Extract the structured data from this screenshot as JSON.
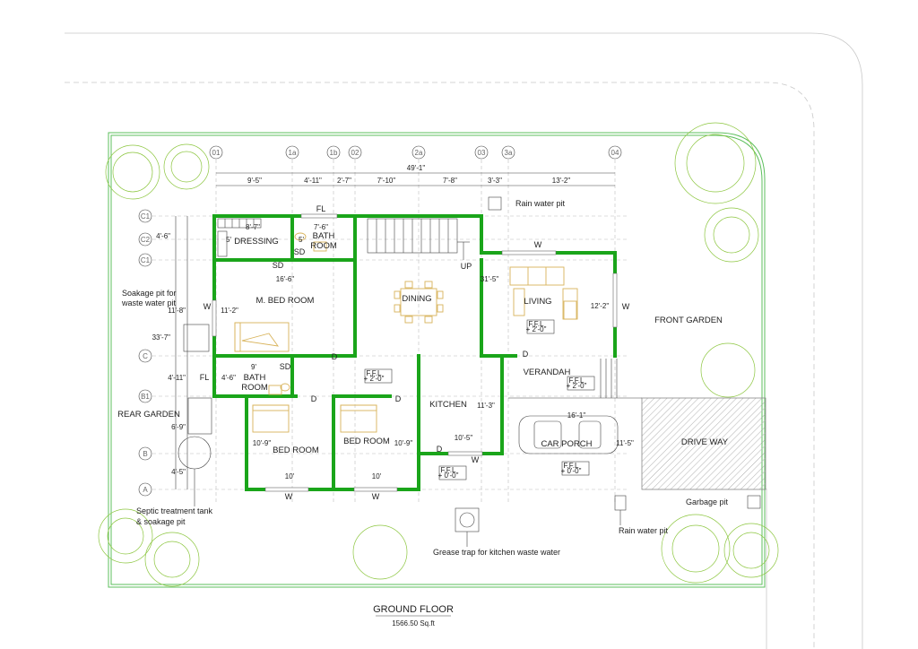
{
  "floor": {
    "title": "GROUND FLOOR",
    "area": "1566.50 Sq.ft"
  },
  "grid_top": [
    "01",
    "1a",
    "1b",
    "02",
    "2a",
    "03",
    "3a",
    "04"
  ],
  "grid_left": [
    "C1",
    "C2",
    "C1",
    "C",
    "B1",
    "B",
    "A"
  ],
  "dims": {
    "overall_width": "49'-1\"",
    "top": [
      "9'-5\"",
      "4'-11\"",
      "2'-7\"",
      "7'-10\"",
      "7'-8\"",
      "3'-3\"",
      "13'-2\""
    ],
    "left": [
      "4'-6\"",
      "11'-8\"",
      "33'-7\"",
      "4'-11\"",
      "6'-9\"",
      "4'-5\""
    ],
    "dressing_w": "8'-7\"",
    "dressing_h": "5'",
    "bath1_w": "7'-6\"",
    "bath1_h": "5'",
    "mbed_w": "16'-6\"",
    "mbed_h": "11'-2\"",
    "living_span": "31'-5\"",
    "living_h": "12'-2\"",
    "bath2_w": "9'",
    "bath2_h": "4'-6\"",
    "kitchen_h": "11'-3\"",
    "kitchen_w": "10'-5\"",
    "bed1_h": "10'-9\"",
    "bed1_w": "10'",
    "bed2_h": "10'-9\"",
    "bed2_w": "10'",
    "porch_w": "16'-1\"",
    "porch_h": "11'-5\""
  },
  "rooms": {
    "dressing": "DRESSING",
    "bath1_line1": "BATH",
    "bath1_line2": "ROOM",
    "mbed": "M. BED ROOM",
    "dining": "DINING",
    "living": "LIVING",
    "bath2_line1": "BATH",
    "bath2_line2": "ROOM",
    "kitchen": "KITCHEN",
    "bed1": "BED ROOM",
    "bed2": "BED ROOM",
    "verandah": "VERANDAH",
    "car_porch": "CAR PORCH",
    "drive_way": "DRIVE WAY",
    "front_garden": "FRONT GARDEN",
    "rear_garden": "REAR GARDEN"
  },
  "tags": {
    "fl": "FL",
    "sd": "SD",
    "d": "D",
    "w": "W",
    "up": "UP",
    "ffl": "F.F.L",
    "ffl_val1": "+ 2'-0\"",
    "ffl_val2": "+ 0'-0\""
  },
  "notes": {
    "rain_pit": "Rain water pit",
    "soak_line1": "Soakage pit for",
    "soak_line2": "waste water pit",
    "septic_line1": "Septic treatment tank",
    "septic_line2": "& soakage pit",
    "grease": "Grease trap for kitchen waste water",
    "garbage": "Garbage pit"
  },
  "colors": {
    "wall": "#1aa51a",
    "furniture": "#d8b35a",
    "tree": "#8cc63f"
  }
}
